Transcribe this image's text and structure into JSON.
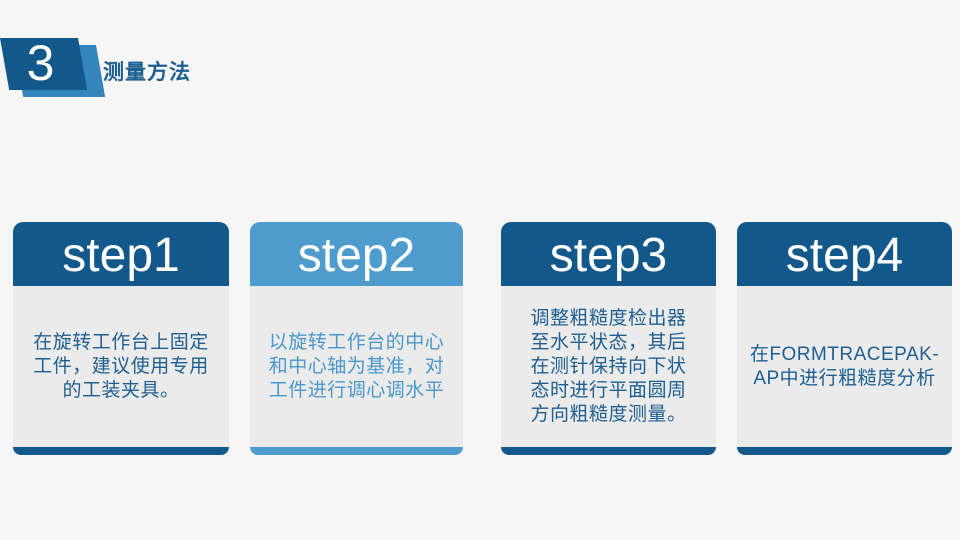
{
  "header": {
    "badge_number": "3",
    "title": "测量方法"
  },
  "steps": [
    {
      "label": "step1",
      "theme": "dark",
      "description": "在旋转工作台上固定\n工件，建议使用专用\n的工装夹具。"
    },
    {
      "label": "step2",
      "theme": "light",
      "description": "以旋转工作台的中心\n和中心轴为基准，对\n工件进行调心调水平"
    },
    {
      "label": "step3",
      "theme": "dark",
      "description": "调整粗糙度检出器\n至水平状态，其后\n在测针保持向下状\n态时进行平面圆周\n方向粗糙度测量。"
    },
    {
      "label": "step4",
      "theme": "dark",
      "description": "在FORMTRACEPAK-\nAP中进行粗糙度分析"
    }
  ],
  "colors": {
    "dark_blue": "#12588a",
    "light_blue": "#4e9bcd",
    "badge_back_blue": "#3585bd",
    "page_bg": "#f6f6f6",
    "card_body_bg": "#ebebeb",
    "text_dark": "#1e5f92",
    "text_light": "#4a98cb",
    "white": "#ffffff"
  }
}
